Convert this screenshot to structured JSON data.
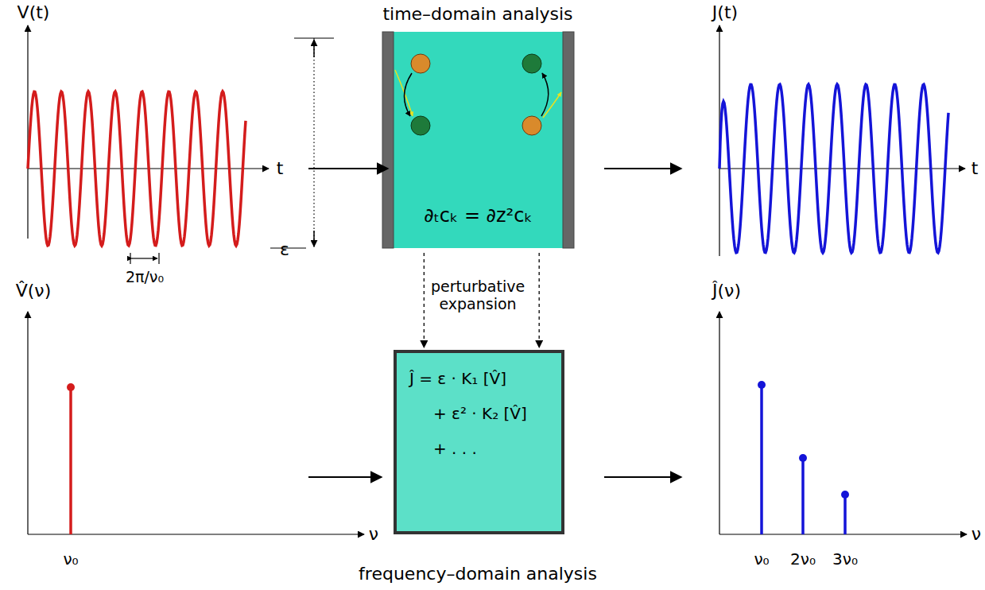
{
  "diagram": {
    "title": "time–domain analysis",
    "caption": "frequency–domain analysis",
    "nodes": [
      {
        "text": [
          "∂ₜcₖ = ∂z²cₖ"
        ]
      },
      {
        "text": [
          "Ĵ = ε · K₁ [V̂]",
          "+ ε² · K₂ [V̂]",
          "+ . . ."
        ]
      }
    ],
    "edges": [
      {
        "from": 0,
        "to": 1,
        "arrow": "to"
      },
      {
        "from": 0,
        "to": 1,
        "arrow": "to"
      }
    ],
    "labels": [
      "V(t)",
      "t",
      "ε",
      "2π/ν₀",
      "J(t)",
      "t",
      "perturbative expansion",
      "V̂(ν)",
      "ν",
      "ν₀",
      "Ĵ(ν)",
      "ν",
      "ν₀",
      "2ν₀",
      "3ν₀"
    ]
  }
}
